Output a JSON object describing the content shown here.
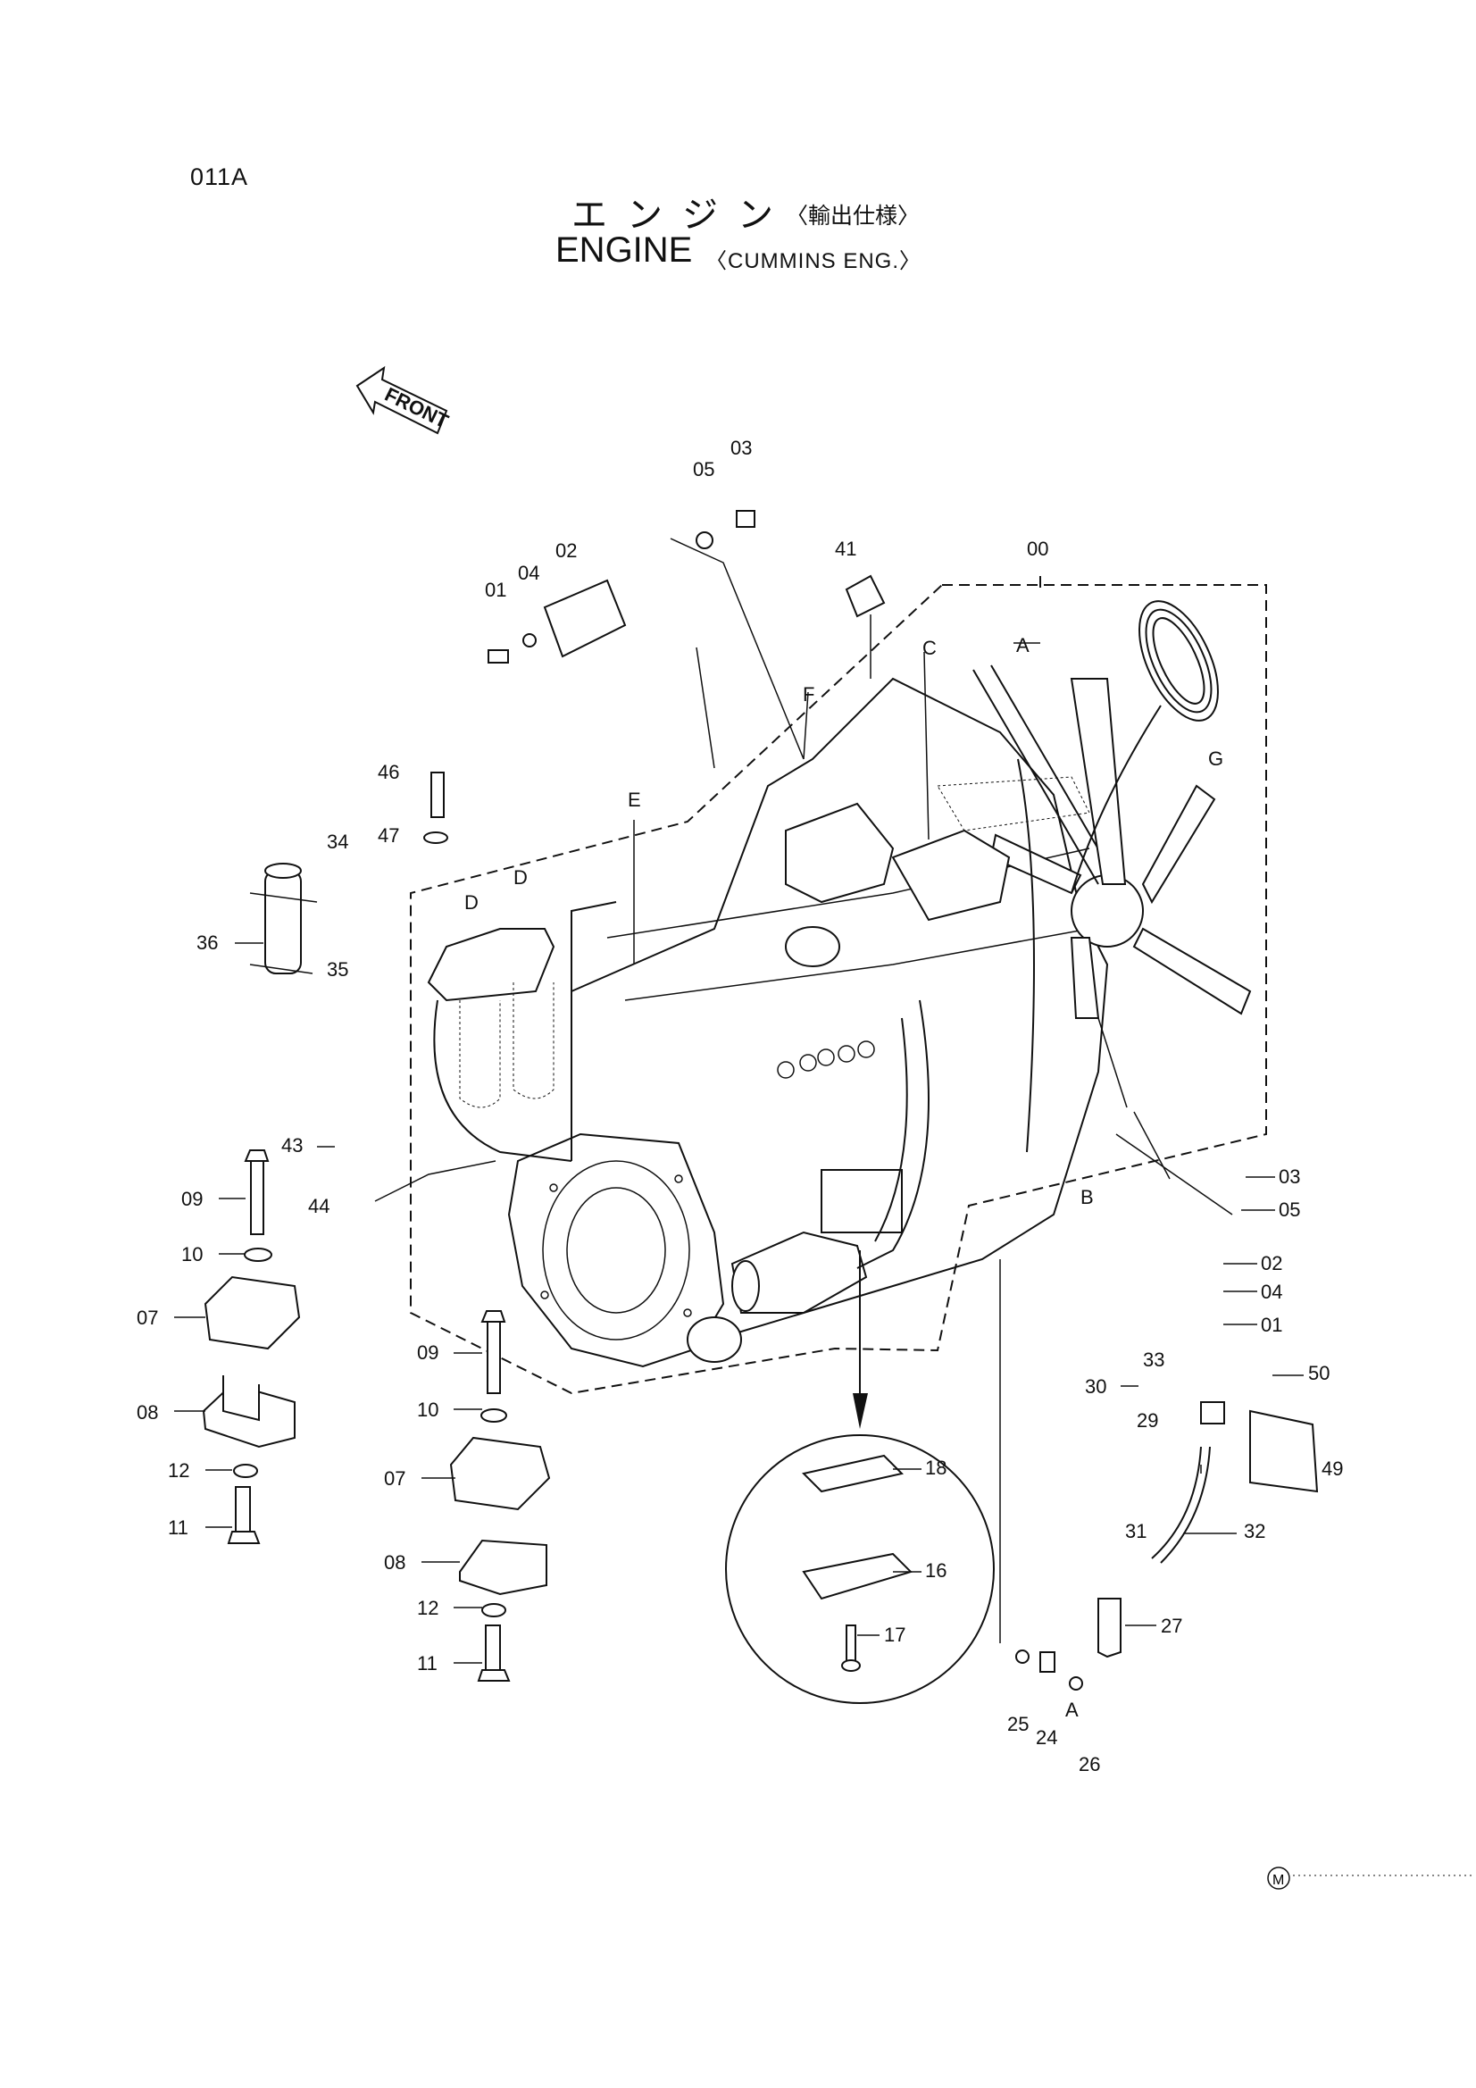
{
  "page_code": "011A",
  "title_ja": "エンジン",
  "title_ja_sub": "〈輸出仕様〉",
  "title_en": "ENGINE",
  "title_en_sub": "〈CUMMINS ENG.〉",
  "front_arrow": "FRONT",
  "part_labels": [
    "00",
    "01",
    "02",
    "03",
    "04",
    "05",
    "07",
    "08",
    "09",
    "10",
    "11",
    "12",
    "16",
    "17",
    "18",
    "24",
    "25",
    "26",
    "27",
    "29",
    "30",
    "31",
    "32",
    "33",
    "34",
    "35",
    "36",
    "41",
    "43",
    "44",
    "46",
    "47",
    "49",
    "50"
  ],
  "ref_letters": [
    "A",
    "B",
    "C",
    "D",
    "E",
    "F",
    "G"
  ],
  "footer_mark": "M",
  "callouts": {
    "l03_top": "03",
    "l05_top": "05",
    "l41": "41",
    "l00": "00",
    "l01_top": "01",
    "l04_top": "04",
    "l02_top": "02",
    "lA_belt": "A",
    "lC": "C",
    "lF": "F",
    "lG": "G",
    "lE": "E",
    "lD1": "D",
    "lD2": "D",
    "lB": "B",
    "l46": "46",
    "l47": "47",
    "l34": "34",
    "l36": "36",
    "l35": "35",
    "l43": "43",
    "l44": "44",
    "l09_left": "09",
    "l10_left": "10",
    "l07_left": "07",
    "l08_left": "08",
    "l12_left": "12",
    "l11_left": "11",
    "l09_mid": "09",
    "l10_mid": "10",
    "l07_mid": "07",
    "l08_mid": "08",
    "l12_mid": "12",
    "l11_mid": "11",
    "l03_right": "03",
    "l05_right": "05",
    "l02_right": "02",
    "l04_right": "04",
    "l01_right": "01",
    "l33": "33",
    "l50": "50",
    "l30": "30",
    "l29": "29",
    "l49": "49",
    "l31": "31",
    "l32": "32",
    "l27": "27",
    "l25": "25",
    "l24": "24",
    "lA_fit": "A",
    "l26": "26",
    "l18": "18",
    "l16": "16",
    "l17": "17"
  }
}
